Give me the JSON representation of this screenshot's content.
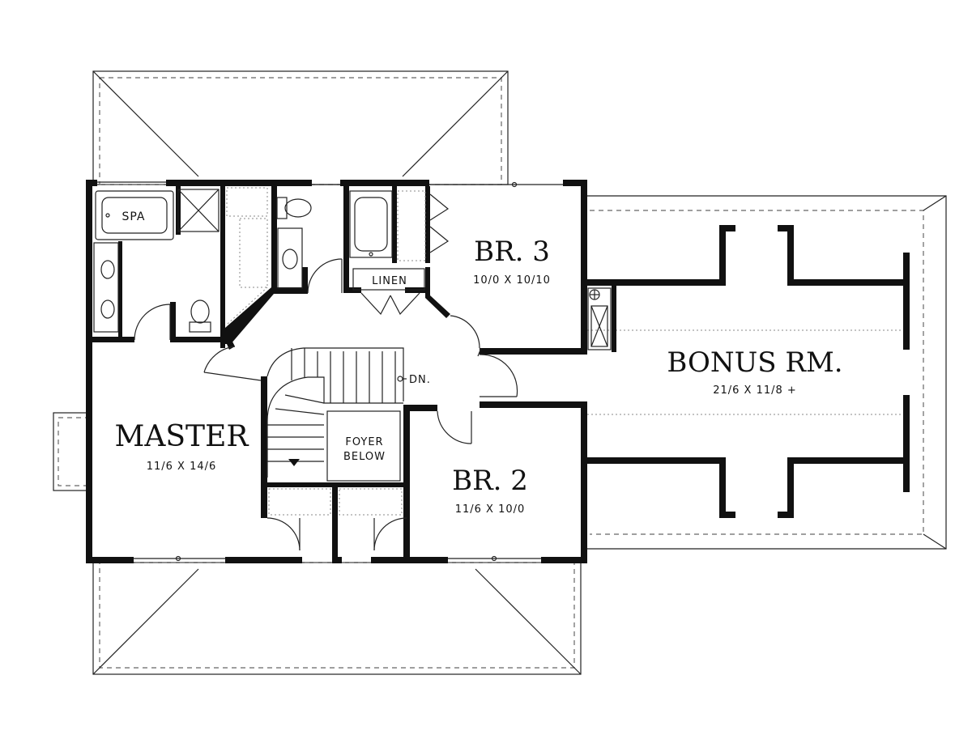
{
  "rooms": {
    "master": {
      "name": "MASTER",
      "dims": "11/6 X 14/6"
    },
    "br3": {
      "name": "BR. 3",
      "dims": "10/0 X 10/10"
    },
    "br2": {
      "name": "BR. 2",
      "dims": "11/6 X 10/0"
    },
    "bonus": {
      "name": "BONUS RM.",
      "dims": "21/6 X 11/8 +"
    }
  },
  "labels": {
    "spa": "SPA",
    "linen": "LINEN",
    "down": "DN.",
    "foyer_line1": "FOYER",
    "foyer_line2": "BELOW"
  }
}
